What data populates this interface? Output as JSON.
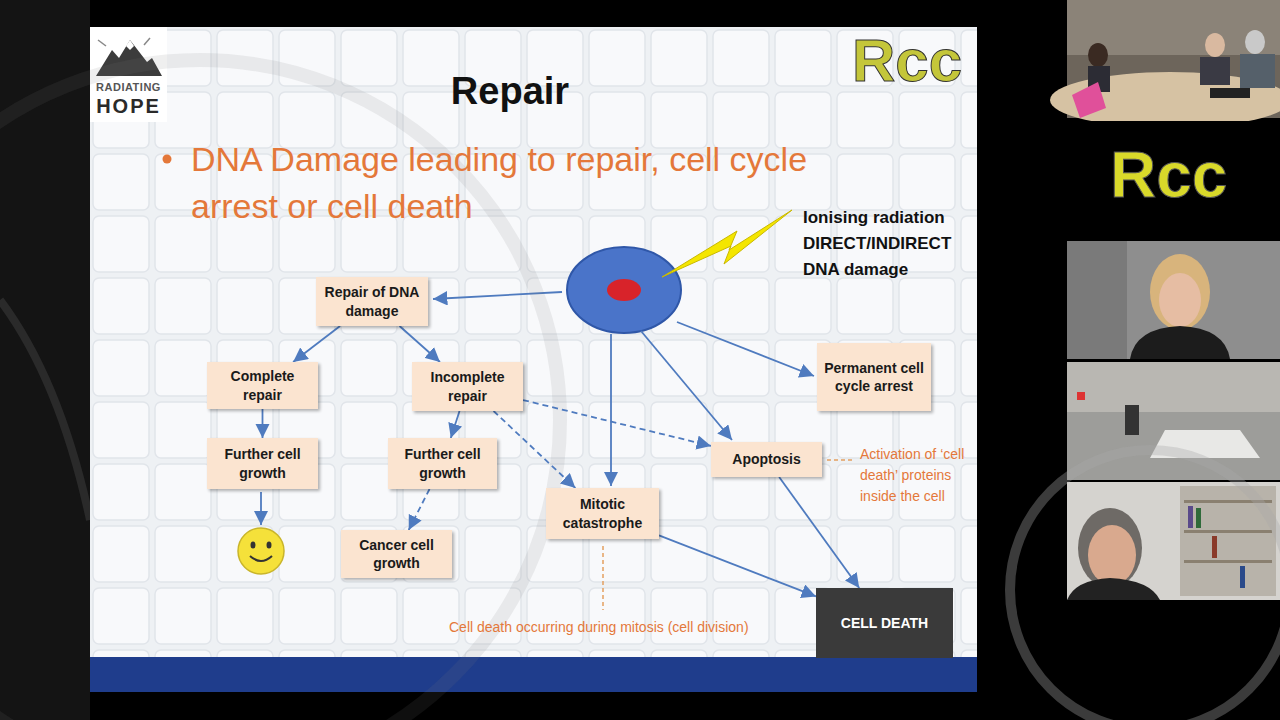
{
  "diagram": {
    "title": "Repair",
    "nodes": [
      {
        "text": [
          "Repair of DNA damage"
        ]
      },
      {
        "text": [
          "Complete repair"
        ]
      },
      {
        "text": [
          "Incomplete repair"
        ]
      },
      {
        "text": [
          "Permanent cell cycle arrest"
        ]
      },
      {
        "text": [
          "Further cell growth"
        ]
      },
      {
        "text": [
          "Further cell growth"
        ]
      },
      {
        "text": [
          "Apoptosis"
        ]
      },
      {
        "text": [
          "Mitotic catastrophe"
        ]
      },
      {
        "text": [
          "Cancer cell growth"
        ]
      },
      {
        "text": [
          "CELL DEATH"
        ]
      }
    ],
    "edges": [
      {
        "from": 0,
        "to": 1,
        "arrow": "to"
      },
      {
        "from": 0,
        "to": 2,
        "arrow": "to"
      },
      {
        "from": 1,
        "to": 4,
        "arrow": "to"
      },
      {
        "from": 2,
        "to": 5,
        "arrow": "to"
      },
      {
        "from": 5,
        "to": 8,
        "arrow": "to"
      },
      {
        "from": 2,
        "to": 7,
        "arrow": "to"
      },
      {
        "from": 2,
        "to": 6,
        "arrow": "to"
      },
      {
        "from": 7,
        "to": 9,
        "arrow": "to"
      },
      {
        "from": 6,
        "to": 9,
        "arrow": "to"
      }
    ],
    "labels": [
      "RADIATING",
      "HOPE",
      "Rcc",
      "DNA Damage leading to repair, cell cycle arrest or cell death",
      "Ionising radiation DIRECT/INDIRECT DNA damage",
      "Activation of ‘cell death’ proteins inside the cell",
      "Cell death occurring during mitosis (cell division)",
      "Rcc"
    ]
  }
}
